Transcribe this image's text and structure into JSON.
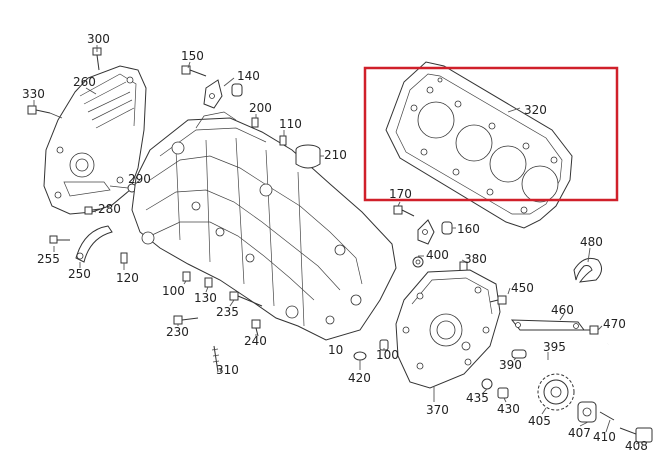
{
  "diagram": {
    "highlight_color": "#d0202a",
    "labels": [
      {
        "id": "300",
        "text": "300"
      },
      {
        "id": "260",
        "text": "260"
      },
      {
        "id": "330",
        "text": "330"
      },
      {
        "id": "150",
        "text": "150"
      },
      {
        "id": "140",
        "text": "140"
      },
      {
        "id": "200",
        "text": "200"
      },
      {
        "id": "110",
        "text": "110"
      },
      {
        "id": "210",
        "text": "210"
      },
      {
        "id": "290",
        "text": "290"
      },
      {
        "id": "280",
        "text": "280"
      },
      {
        "id": "255",
        "text": "255"
      },
      {
        "id": "250",
        "text": "250"
      },
      {
        "id": "120",
        "text": "120"
      },
      {
        "id": "100a",
        "text": "100"
      },
      {
        "id": "130",
        "text": "130"
      },
      {
        "id": "230",
        "text": "230"
      },
      {
        "id": "235",
        "text": "235"
      },
      {
        "id": "240",
        "text": "240"
      },
      {
        "id": "310",
        "text": "310"
      },
      {
        "id": "10",
        "text": "10"
      },
      {
        "id": "420",
        "text": "420"
      },
      {
        "id": "100b",
        "text": "100"
      },
      {
        "id": "320",
        "text": "320"
      },
      {
        "id": "170",
        "text": "170"
      },
      {
        "id": "160",
        "text": "160"
      },
      {
        "id": "400",
        "text": "400"
      },
      {
        "id": "380",
        "text": "380"
      },
      {
        "id": "480",
        "text": "480"
      },
      {
        "id": "450",
        "text": "450"
      },
      {
        "id": "460",
        "text": "460"
      },
      {
        "id": "470",
        "text": "470"
      },
      {
        "id": "395",
        "text": "395"
      },
      {
        "id": "390",
        "text": "390"
      },
      {
        "id": "435",
        "text": "435"
      },
      {
        "id": "430",
        "text": "430"
      },
      {
        "id": "370",
        "text": "370"
      },
      {
        "id": "405",
        "text": "405"
      },
      {
        "id": "407",
        "text": "407"
      },
      {
        "id": "410",
        "text": "410"
      },
      {
        "id": "408",
        "text": "408"
      }
    ]
  }
}
